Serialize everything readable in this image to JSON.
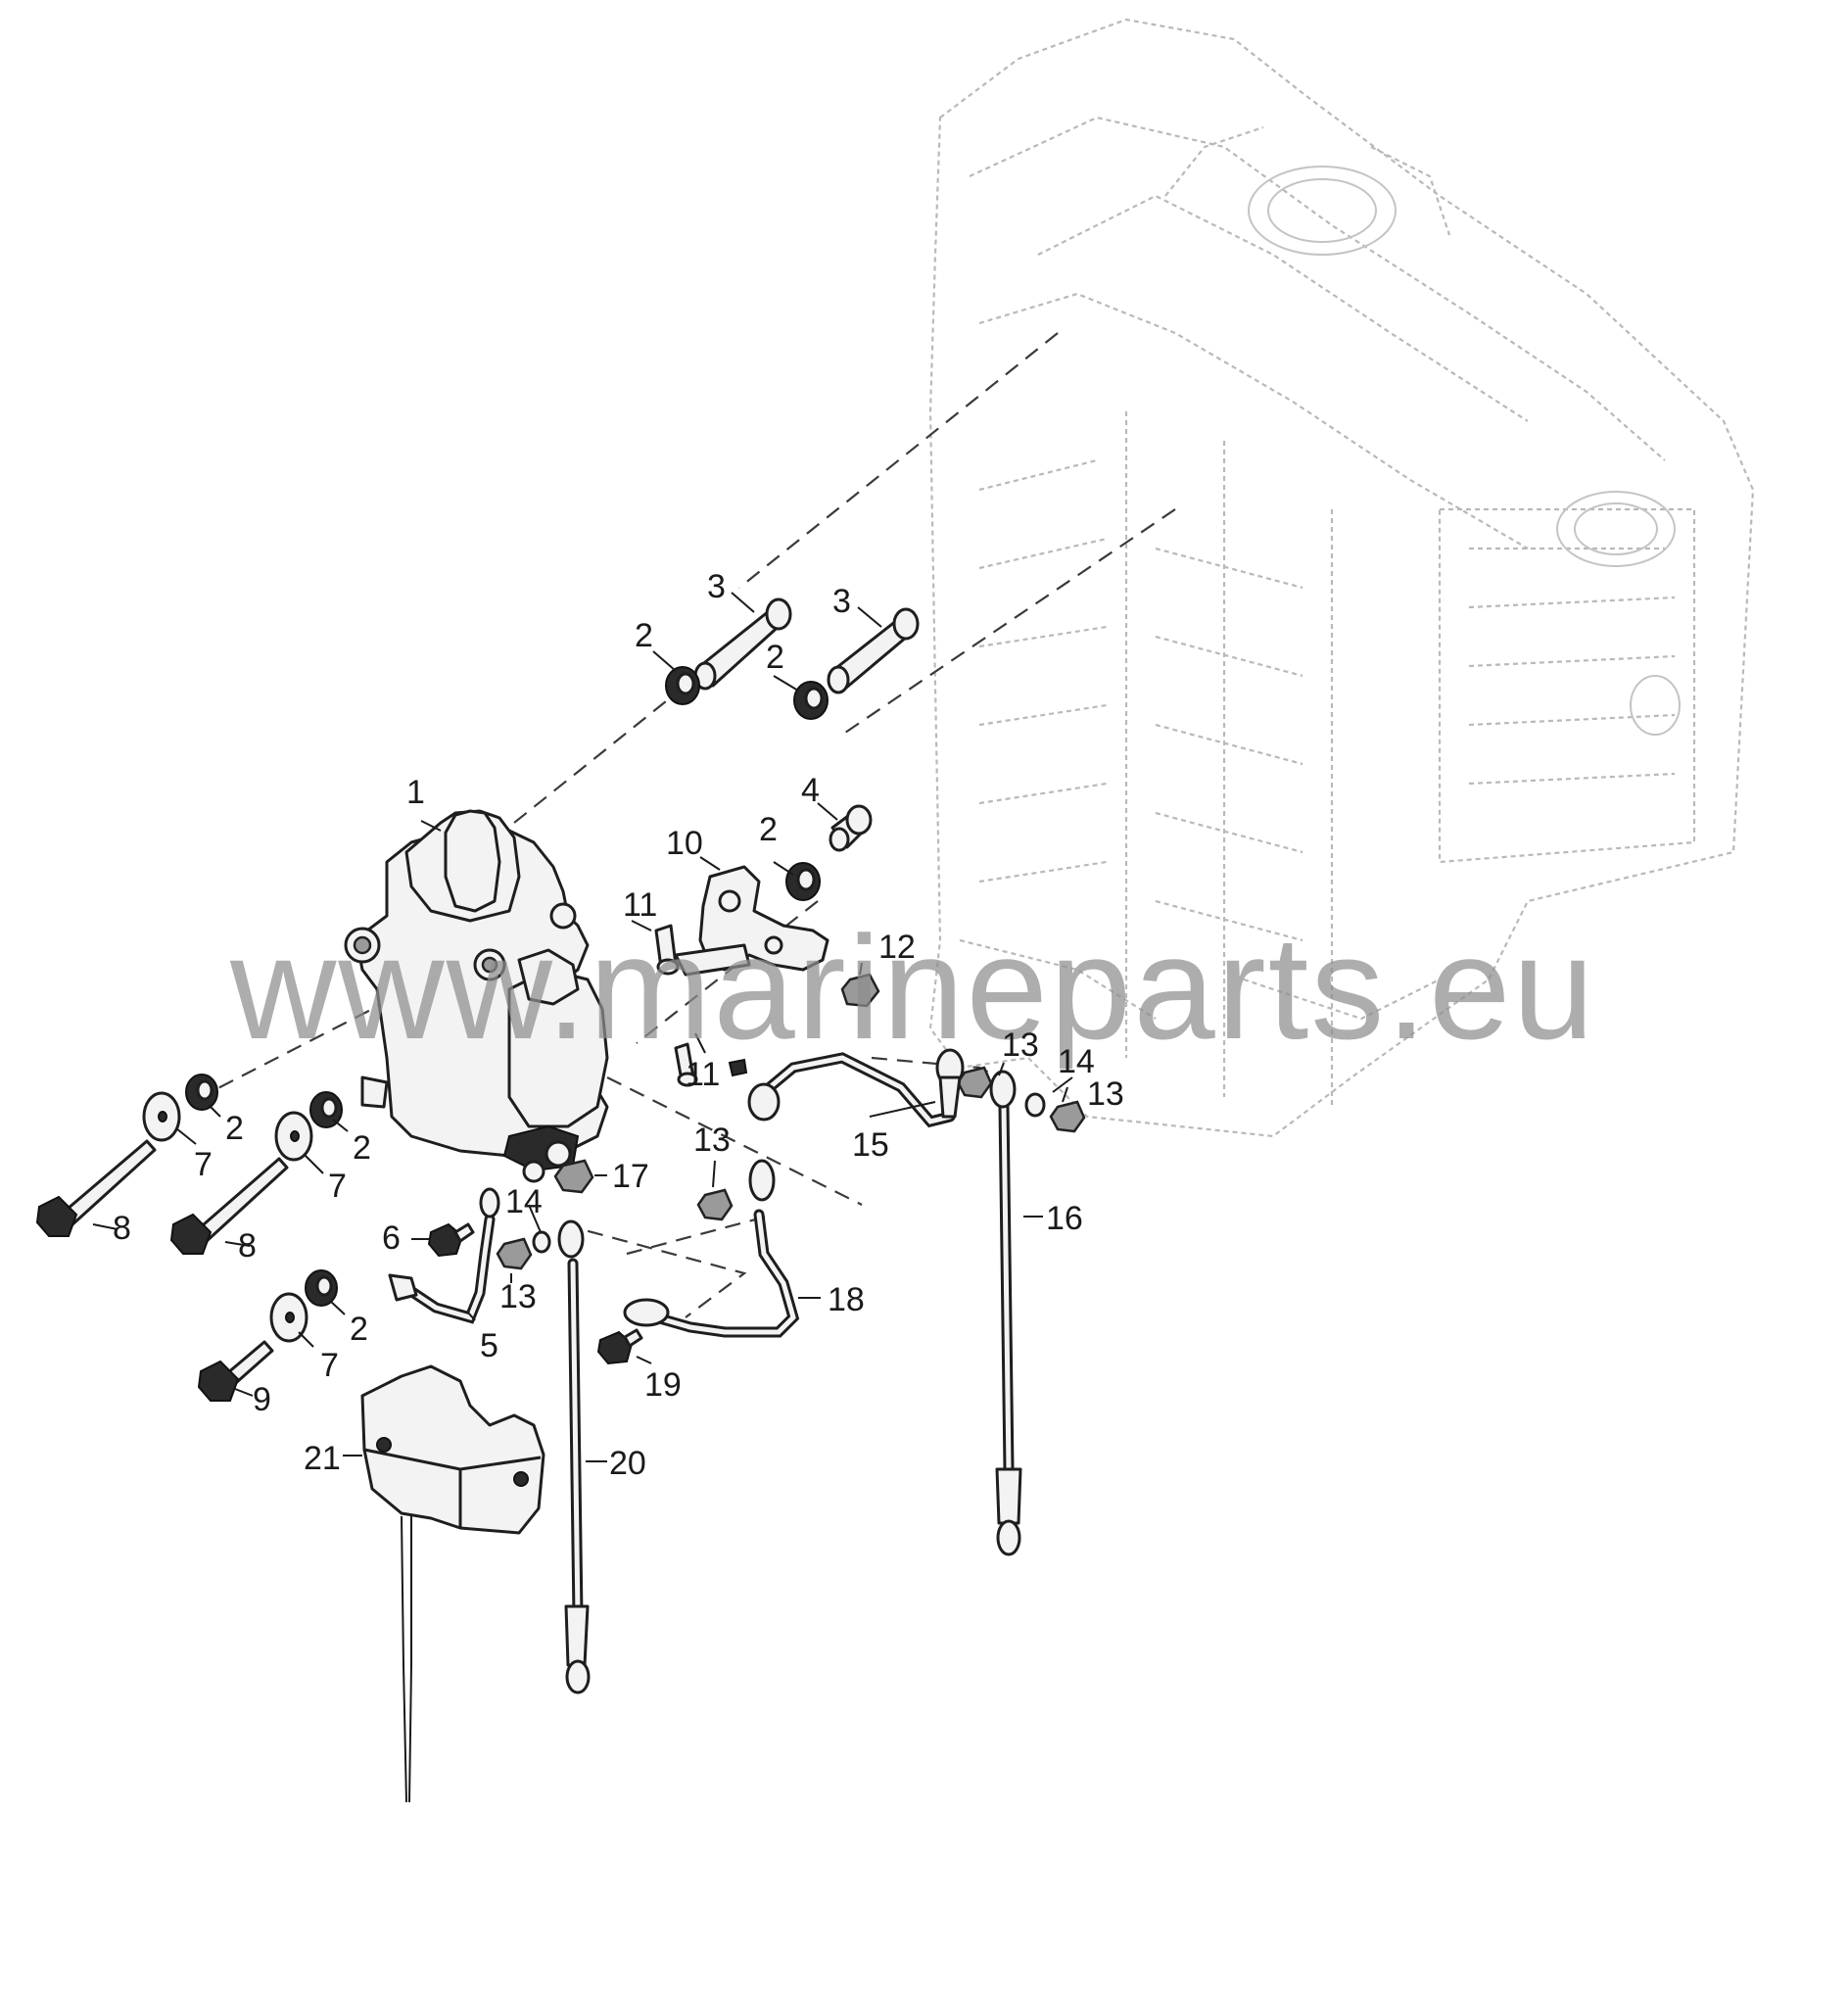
{
  "watermark": "www.marineparts.eu",
  "callouts": [
    {
      "id": "c1",
      "text": "1"
    },
    {
      "id": "c2a",
      "text": "2"
    },
    {
      "id": "c2b",
      "text": "2"
    },
    {
      "id": "c2c",
      "text": "2"
    },
    {
      "id": "c2d",
      "text": "2"
    },
    {
      "id": "c2e",
      "text": "2"
    },
    {
      "id": "c2f",
      "text": "2"
    },
    {
      "id": "c3a",
      "text": "3"
    },
    {
      "id": "c3b",
      "text": "3"
    },
    {
      "id": "c4",
      "text": "4"
    },
    {
      "id": "c5",
      "text": "5"
    },
    {
      "id": "c6",
      "text": "6"
    },
    {
      "id": "c7a",
      "text": "7"
    },
    {
      "id": "c7b",
      "text": "7"
    },
    {
      "id": "c7c",
      "text": "7"
    },
    {
      "id": "c8a",
      "text": "8"
    },
    {
      "id": "c8b",
      "text": "8"
    },
    {
      "id": "c9",
      "text": "9"
    },
    {
      "id": "c10",
      "text": "10"
    },
    {
      "id": "c11a",
      "text": "11"
    },
    {
      "id": "c11b",
      "text": "11"
    },
    {
      "id": "c12",
      "text": "12"
    },
    {
      "id": "c13a",
      "text": "13"
    },
    {
      "id": "c13b",
      "text": "13"
    },
    {
      "id": "c13c",
      "text": "13"
    },
    {
      "id": "c13d",
      "text": "13"
    },
    {
      "id": "c14a",
      "text": "14"
    },
    {
      "id": "c14b",
      "text": "14"
    },
    {
      "id": "c15",
      "text": "15"
    },
    {
      "id": "c16",
      "text": "16"
    },
    {
      "id": "c17",
      "text": "17"
    },
    {
      "id": "c18",
      "text": "18"
    },
    {
      "id": "c19",
      "text": "19"
    },
    {
      "id": "c20",
      "text": "20"
    },
    {
      "id": "c21",
      "text": "21"
    }
  ]
}
